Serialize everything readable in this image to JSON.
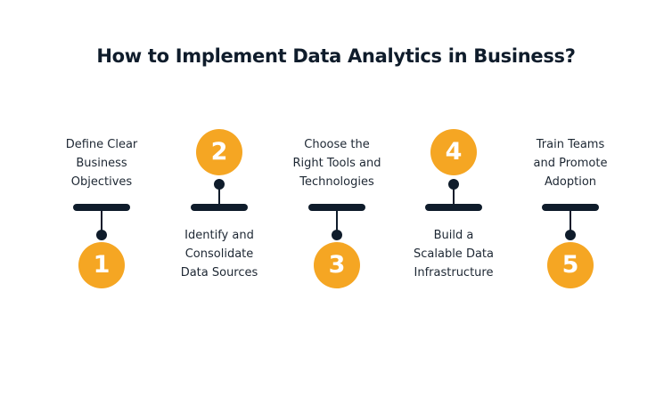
{
  "title": "How to Implement Data Analytics in Business?",
  "colors": {
    "accent": "#f5a623",
    "dark": "#0f1c2b",
    "background": "#ffffff"
  },
  "steps": [
    {
      "number": "1",
      "label_lines": [
        "Define Clear",
        "Business",
        "Objectives"
      ],
      "position": "text-top"
    },
    {
      "number": "2",
      "label_lines": [
        "Identify and",
        "Consolidate",
        "Data Sources"
      ],
      "position": "text-bottom"
    },
    {
      "number": "3",
      "label_lines": [
        "Choose the",
        "Right Tools and",
        "Technologies"
      ],
      "position": "text-top"
    },
    {
      "number": "4",
      "label_lines": [
        "Build a",
        "Scalable Data",
        "Infrastructure"
      ],
      "position": "text-bottom"
    },
    {
      "number": "5",
      "label_lines": [
        "Train Teams",
        "and Promote",
        "Adoption"
      ],
      "position": "text-top"
    }
  ]
}
